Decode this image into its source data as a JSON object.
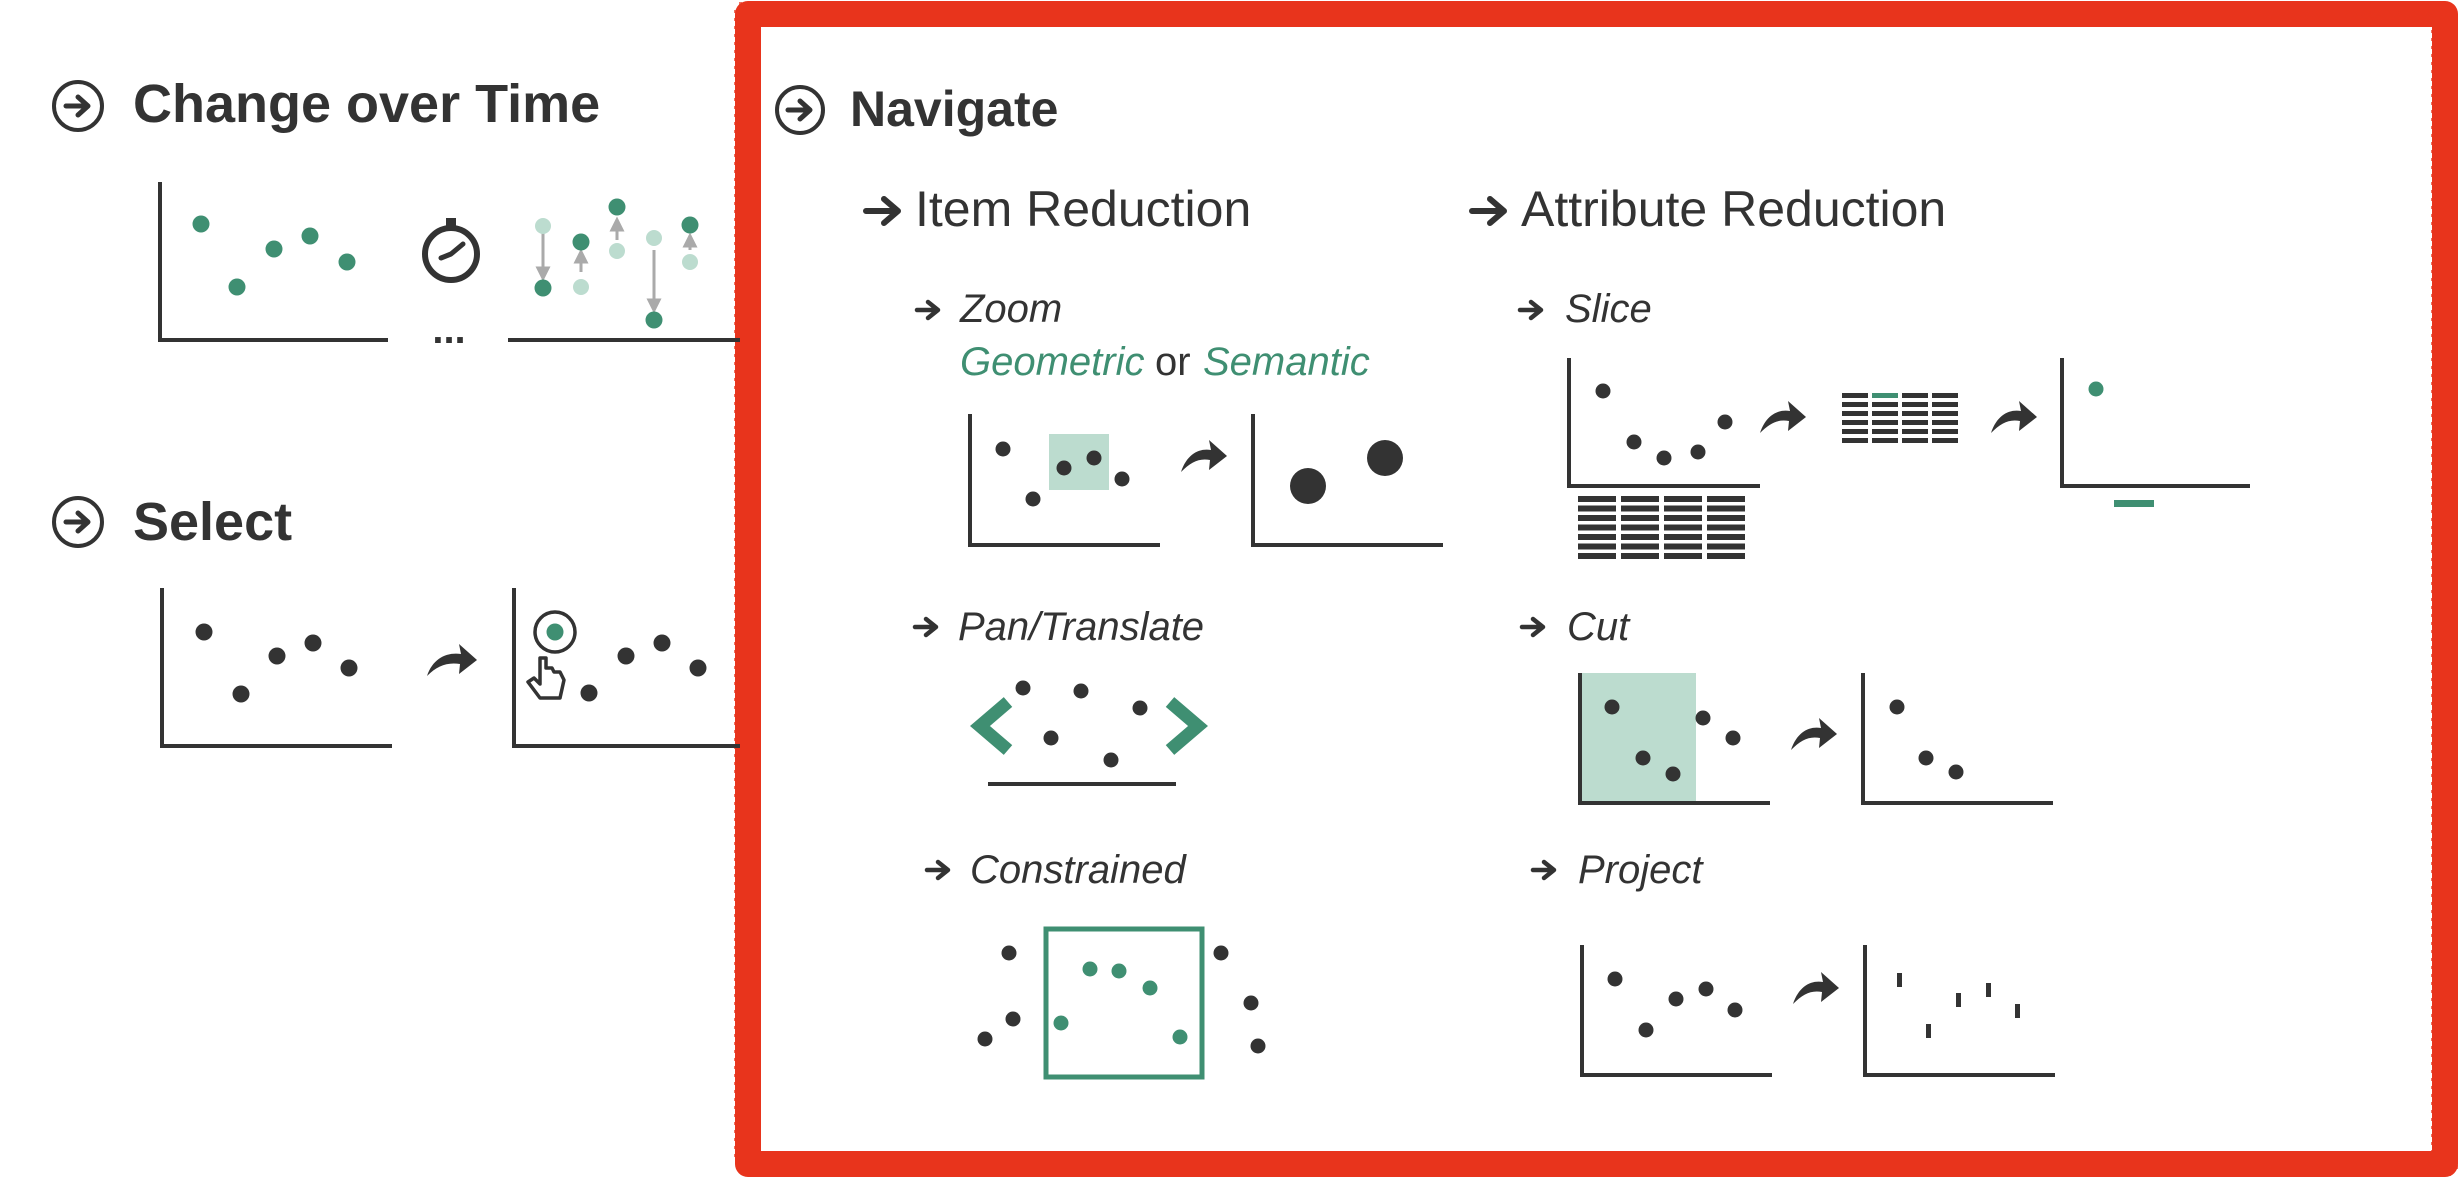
{
  "sections": {
    "change_over_time": {
      "title": "Change over Time",
      "ellipsis": "..."
    },
    "select": {
      "title": "Select"
    },
    "navigate": {
      "title": "Navigate",
      "item_reduction": {
        "title": "Item Reduction",
        "zoom": {
          "label": "Zoom",
          "geometric": "Geometric",
          "or": "or",
          "semantic": "Semantic"
        },
        "pan": {
          "label": "Pan/Translate"
        },
        "constrained": {
          "label": "Constrained"
        }
      },
      "attribute_reduction": {
        "title": "Attribute Reduction",
        "slice": {
          "label": "Slice"
        },
        "cut": {
          "label": "Cut"
        },
        "project": {
          "label": "Project"
        }
      }
    }
  },
  "colors": {
    "text": "#333333",
    "accent_green": "#3f8f72",
    "light_green": "#bcdccf",
    "highlight_red": "#e8341c",
    "gray_arrow": "#aaaaaa"
  },
  "icons": [
    "circle-arrow-icon",
    "right-arrow-icon",
    "curved-arrow-icon",
    "stopwatch-icon",
    "pointer-hand-icon",
    "chevron-left-icon",
    "chevron-right-icon"
  ]
}
